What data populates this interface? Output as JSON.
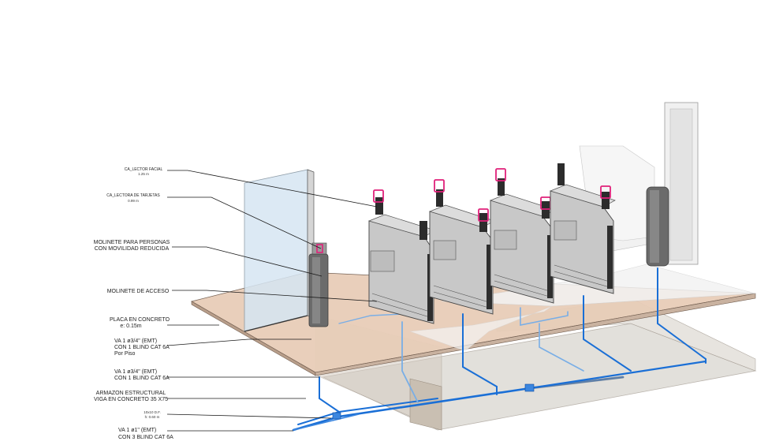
{
  "labels": {
    "facial_reader": "CA_LECTOR FACIAL",
    "facial_reader_height": "1.25 m",
    "card_reader": "CA_LECTORA DE TARJETAS",
    "card_reader_height": "0.99 m",
    "accessible_turnstile_l1": "MOLINETE PARA PERSONAS",
    "accessible_turnstile_l2": "CON MOVILIDAD REDUCIDA",
    "access_turnstile": "MOLINETE DE ACCESO",
    "slab_l1": "PLACA EN CONCRETO",
    "slab_l2": "e: 0.15m",
    "conduit_floor_l1": "VA 1 ø3/4\" (EMT)",
    "conduit_floor_l2": "CON 1 BLIND CAT 6A",
    "conduit_floor_l3": "Por Piso",
    "conduit_l1": "VA 1 ø3/4\" (EMT)",
    "conduit_l2": "CON 1 BLIND CAT 6A",
    "structure_l1": "ARMAZON ESTRUCTURAL",
    "structure_l2": "VIGA EN CONCRETO 35 X75",
    "box_l1": "10x10 D.F.",
    "box_l2": "h: 0.60 m",
    "main_conduit_l1": "VA 1 ø1\" (EMT)",
    "main_conduit_l2": "CON 3 BLIND CAT 6A"
  },
  "colors": {
    "slab": "#e8cdb8",
    "slab_edge": "#6e5a4c",
    "beam": "#d9d2c8",
    "cabinet": "#c8c8c8",
    "post": "#707070",
    "conduit": "#1a6fd6",
    "conduit_light": "#79aee6",
    "reader": "#e0217a",
    "glass": "#d6e6f3"
  },
  "icons": {
    "facial_reader": "facial-reader-icon",
    "card_reader": "card-reader-icon"
  }
}
